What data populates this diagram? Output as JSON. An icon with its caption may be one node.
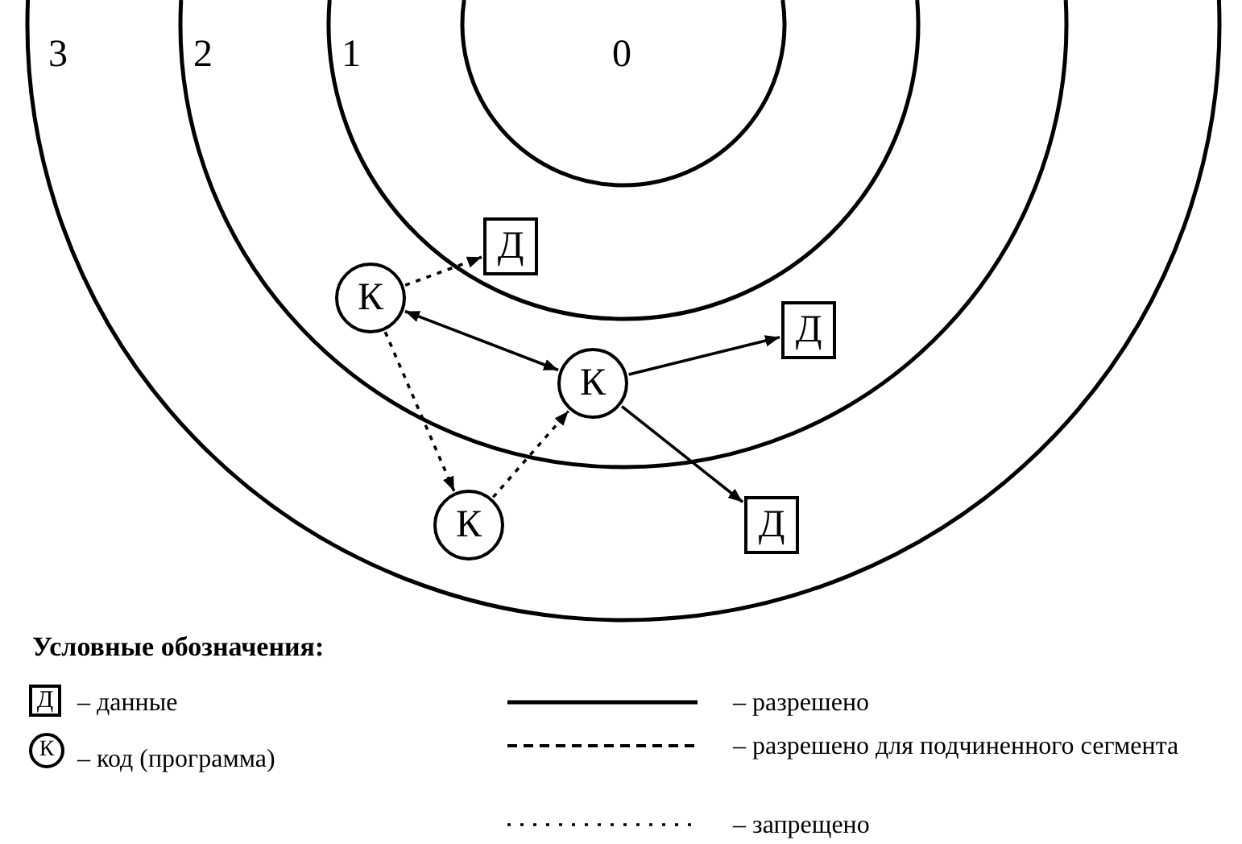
{
  "diagram": {
    "nodes": [
      {
        "text": [
          "3"
        ]
      },
      {
        "text": [
          "2"
        ],
        "in": 0
      },
      {
        "text": [
          "1"
        ],
        "in": 1
      },
      {
        "text": [
          "0"
        ],
        "in": 2
      },
      {
        "text": [
          "Д"
        ],
        "in": 2
      },
      {
        "text": [
          "К"
        ],
        "in": 1
      },
      {
        "text": [
          "К"
        ],
        "in": 1
      },
      {
        "text": [
          "Д"
        ],
        "in": 1
      },
      {
        "text": [
          "К"
        ],
        "in": 0
      },
      {
        "text": [
          "Д"
        ],
        "in": 0
      }
    ],
    "edges": [
      {
        "from": 5,
        "to": 4,
        "arrow": "to",
        "style": "dashed"
      },
      {
        "from": 5,
        "to": 6,
        "arrow": "both"
      },
      {
        "from": 6,
        "to": 7,
        "arrow": "to"
      },
      {
        "from": 6,
        "to": 9,
        "arrow": "to"
      },
      {
        "from": 5,
        "to": 8,
        "arrow": "to",
        "style": "dashed"
      },
      {
        "from": 8,
        "to": 6,
        "arrow": "to",
        "style": "dashed"
      }
    ],
    "labels": [
      "Условные обозначения:",
      "Д",
      "К"
    ],
    "legend": [
      {
        "text": "– данные"
      },
      {
        "text": "– код (программа)"
      },
      {
        "text": "– разрешено"
      },
      {
        "text": "– разрешено для подчиненного сегмента"
      },
      {
        "text": "– запрещено"
      }
    ]
  }
}
